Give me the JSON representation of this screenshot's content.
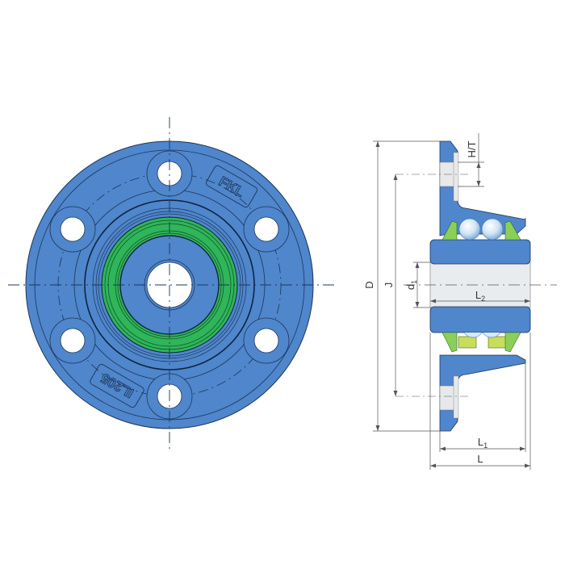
{
  "diagram": {
    "type": "technical-drawing",
    "subject": "flanged ball bearing unit (round 6-bolt flange)",
    "views": [
      "front-view",
      "cross-section-view"
    ],
    "colors": {
      "housing": "#4f86cc",
      "seal_ring": "#2fb55a",
      "cage": "#c8dd5a",
      "bore": "#e9ecee",
      "outline": "#1d3557",
      "dimension_line": "#555555",
      "background": "#ffffff"
    },
    "front_view": {
      "brand_embossing": "FKL",
      "model_embossing": "IL205",
      "bolt_holes": 6
    },
    "dimension_labels": {
      "D": "D",
      "J": "J",
      "d1_main": "d",
      "d1_sub": "1",
      "L2_main": "L",
      "L2_sub": "2",
      "L1_main": "L",
      "L1_sub": "1",
      "L": "L",
      "HT": "H/T"
    }
  }
}
